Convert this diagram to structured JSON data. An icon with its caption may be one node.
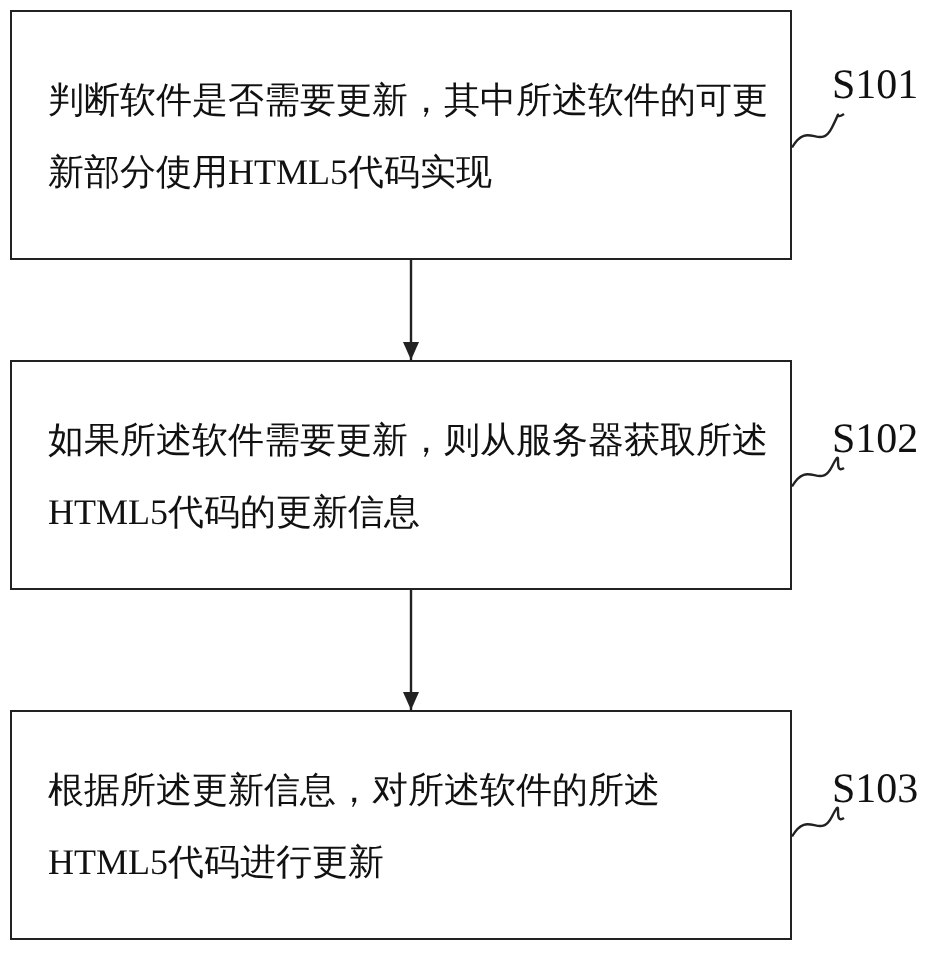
{
  "diagram": {
    "nodes": [
      {
        "text": [
          "判断软件是否需要更新，其中所述软件的可更新部分使用HTML5代码实现"
        ]
      },
      {
        "text": [
          "S101"
        ]
      },
      {
        "text": [
          "如果所述软件需要更新，则从服务器获取所述HTML5代码的更新信息"
        ]
      },
      {
        "text": [
          "S102"
        ]
      },
      {
        "text": [
          "根据所述更新信息，对所述软件的所述HTML5代码进行更新"
        ]
      },
      {
        "text": [
          "S103"
        ]
      }
    ],
    "edges": [
      {
        "from": 0,
        "to": 2,
        "arrow": "to"
      },
      {
        "from": 2,
        "to": 4,
        "arrow": "to"
      },
      {
        "from": 1,
        "to": 0,
        "arrow": "none"
      },
      {
        "from": 3,
        "to": 2,
        "arrow": "none"
      },
      {
        "from": 5,
        "to": 4,
        "arrow": "none"
      }
    ]
  }
}
